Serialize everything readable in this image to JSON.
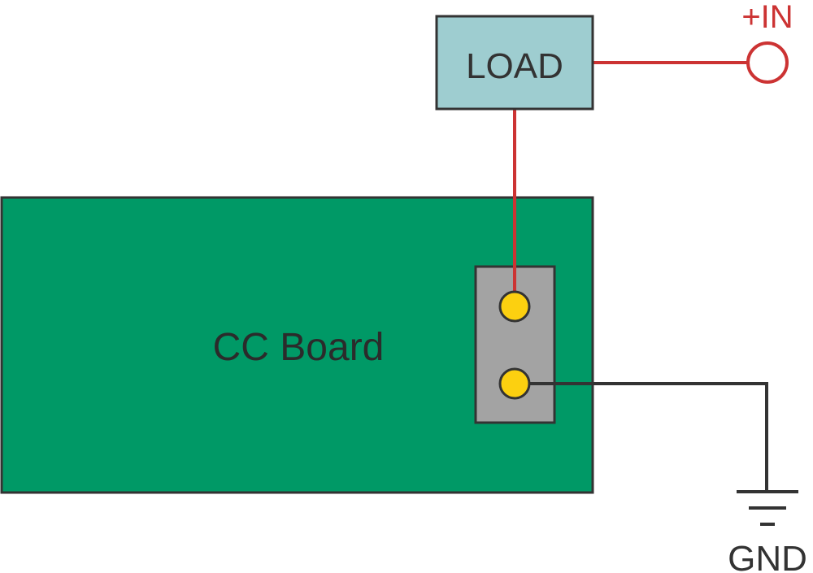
{
  "labels": {
    "load": "LOAD",
    "input": "+IN",
    "board": "CC Board",
    "ground": "GND"
  },
  "colors": {
    "board_fill": "#009966",
    "load_fill": "#9ecdd0",
    "connector_fill": "#a3a3a3",
    "pin_fill": "#fcd010",
    "input_wire": "#cc3333",
    "ground_wire": "#333333",
    "outline": "#333333"
  }
}
